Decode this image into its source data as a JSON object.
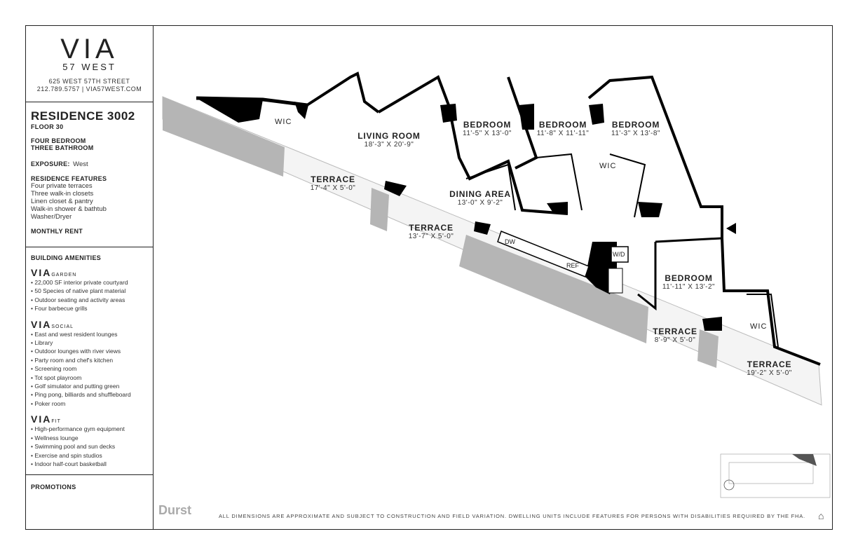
{
  "brand": {
    "logo": "VIA",
    "sub": "57 WEST",
    "address": "625 WEST 57TH STREET",
    "contact": "212.789.5757 | VIA57WEST.COM"
  },
  "residence": {
    "title": "RESIDENCE 3002",
    "floor": "FLOOR 30",
    "type_line1": "FOUR BEDROOM",
    "type_line2": "THREE BATHROOM",
    "exposure_label": "EXPOSURE:",
    "exposure_value": "West",
    "features_heading": "RESIDENCE FEATURES",
    "features": [
      "Four private terraces",
      "Three walk-in closets",
      "Linen closet & pantry",
      "Walk-in shower & bathtub",
      "Washer/Dryer"
    ],
    "rent_label": "MONTHLY RENT"
  },
  "amenities": {
    "heading": "BUILDING AMENITIES",
    "groups": [
      {
        "brand": "VIA",
        "suffix": "GARDEN",
        "items": [
          "22,000 SF interior private courtyard",
          "50 Species of native plant material",
          "Outdoor seating and activity areas",
          "Four barbecue grills"
        ]
      },
      {
        "brand": "VIA",
        "suffix": "SOCIAL",
        "items": [
          "East and west resident lounges",
          "Library",
          "Outdoor lounges with river views",
          "Party room and chef's kitchen",
          "Screening room",
          "Tot spot playroom",
          "Golf simulator and putting green",
          "Ping pong, billiards and shuffleboard",
          "Poker room"
        ]
      },
      {
        "brand": "VIA",
        "suffix": "FIT",
        "items": [
          "High-performance gym equipment",
          "Wellness lounge",
          "Swimming pool and sun decks",
          "Exercise and spin studios",
          "Indoor half-court basketball"
        ]
      }
    ]
  },
  "promotions": {
    "heading": "PROMOTIONS"
  },
  "rooms": [
    {
      "name": "LIVING ROOM",
      "dims": "18'-3\" X 20'-9\""
    },
    {
      "name": "BEDROOM",
      "dims": "11'-5\" X 13'-0\""
    },
    {
      "name": "BEDROOM",
      "dims": "11'-8\" X 11'-11\""
    },
    {
      "name": "BEDROOM",
      "dims": "11'-3\" X 13'-8\""
    },
    {
      "name": "DINING AREA",
      "dims": "13'-0\" X 9'-2\""
    },
    {
      "name": "TERRACE",
      "dims": "17'-4\" X 5'-0\""
    },
    {
      "name": "TERRACE",
      "dims": "13'-7\" X 5'-0\""
    },
    {
      "name": "BEDROOM",
      "dims": "11'-11\" X 13'-2\""
    },
    {
      "name": "TERRACE",
      "dims": "8'-9\" X 5'-0\""
    },
    {
      "name": "TERRACE",
      "dims": "19'-2\" X 5'-0\""
    }
  ],
  "closets": [
    "WIC",
    "WIC",
    "WIC"
  ],
  "appliances": {
    "dw": "DW",
    "ref": "REF",
    "wd": "W/D"
  },
  "footer": {
    "durst": "Durst",
    "disclaimer": "ALL DIMENSIONS ARE APPROXIMATE AND SUBJECT TO CONSTRUCTION AND FIELD VARIATION.  DWELLING UNITS INCLUDE FEATURES FOR PERSONS WITH DISABILITIES REQUIRED BY THE FHA."
  }
}
